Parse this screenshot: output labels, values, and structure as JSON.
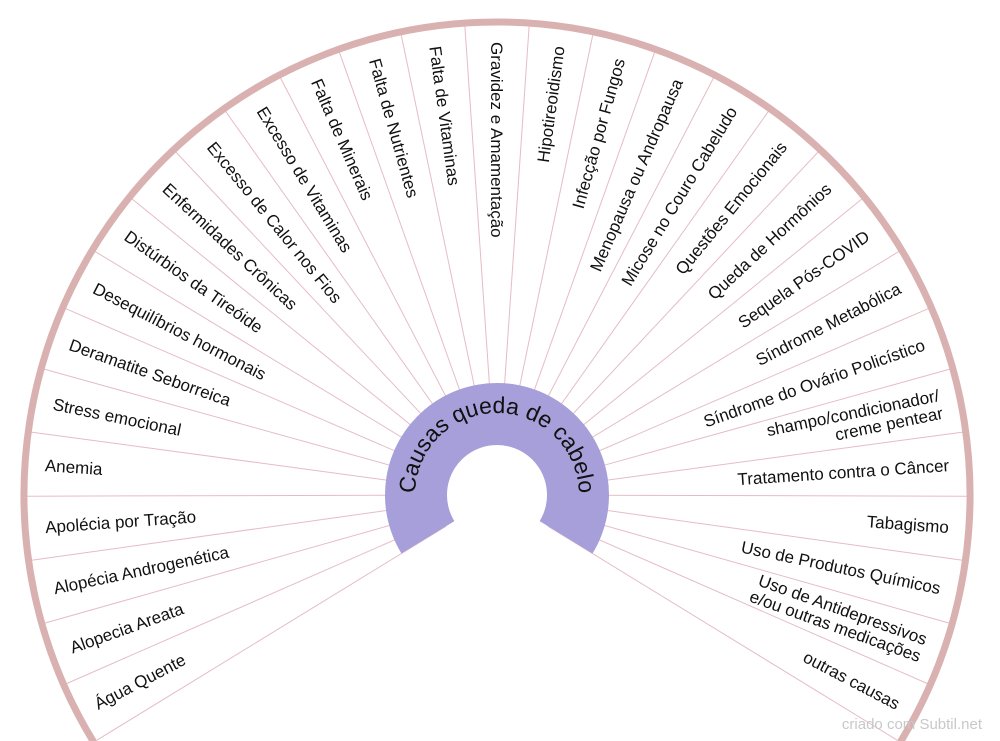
{
  "title": "Causas queda de cabelo",
  "credit": "criado com Subtil.net",
  "colors": {
    "rim": "#d9b1b1",
    "divider": "#e6bcc4",
    "center": "#a79fd9",
    "text": "#111111"
  },
  "causes": [
    {
      "lines": [
        "Água Quente"
      ]
    },
    {
      "lines": [
        "Alopecia Areata"
      ]
    },
    {
      "lines": [
        "Alopécia Androgenética"
      ]
    },
    {
      "lines": [
        "Apolécia por Tração"
      ]
    },
    {
      "lines": [
        "Anemia"
      ]
    },
    {
      "lines": [
        "Stress emocional"
      ]
    },
    {
      "lines": [
        "Deramatite Seborreica"
      ]
    },
    {
      "lines": [
        "Desequilíbrios hormonais"
      ]
    },
    {
      "lines": [
        "Distúrbios da Tireóide"
      ]
    },
    {
      "lines": [
        "Enfermidades Crônicas"
      ]
    },
    {
      "lines": [
        "Excesso de Calor nos Fios"
      ]
    },
    {
      "lines": [
        "Excesso de Vitaminas"
      ]
    },
    {
      "lines": [
        "Falta de Minerais"
      ]
    },
    {
      "lines": [
        "Falta de Nutrientes"
      ]
    },
    {
      "lines": [
        "Falta de Vitaminas"
      ]
    },
    {
      "lines": [
        "Gravidez e Amamentação"
      ]
    },
    {
      "lines": [
        "Hipotireoidismo"
      ]
    },
    {
      "lines": [
        "Infecção por Fungos"
      ]
    },
    {
      "lines": [
        "Menopausa ou Andropausa"
      ]
    },
    {
      "lines": [
        "Micose no Couro Cabeludo"
      ]
    },
    {
      "lines": [
        "Questões Emocionais"
      ]
    },
    {
      "lines": [
        "Queda de Hormônios"
      ]
    },
    {
      "lines": [
        "Sequela Pós-COVID"
      ]
    },
    {
      "lines": [
        "Síndrome Metabólica"
      ]
    },
    {
      "lines": [
        "Síndrome do Ovário Policístico"
      ]
    },
    {
      "lines": [
        "shampo/condicionador/",
        "creme pentear"
      ]
    },
    {
      "lines": [
        "Tratamento contra o Câncer"
      ]
    },
    {
      "lines": [
        "Tabagismo"
      ]
    },
    {
      "lines": [
        "Uso de Produtos Químicos"
      ]
    },
    {
      "lines": [
        "Uso de Antidepressivos",
        "e/ou outras medicações"
      ]
    },
    {
      "lines": [
        "outras causas"
      ]
    }
  ]
}
